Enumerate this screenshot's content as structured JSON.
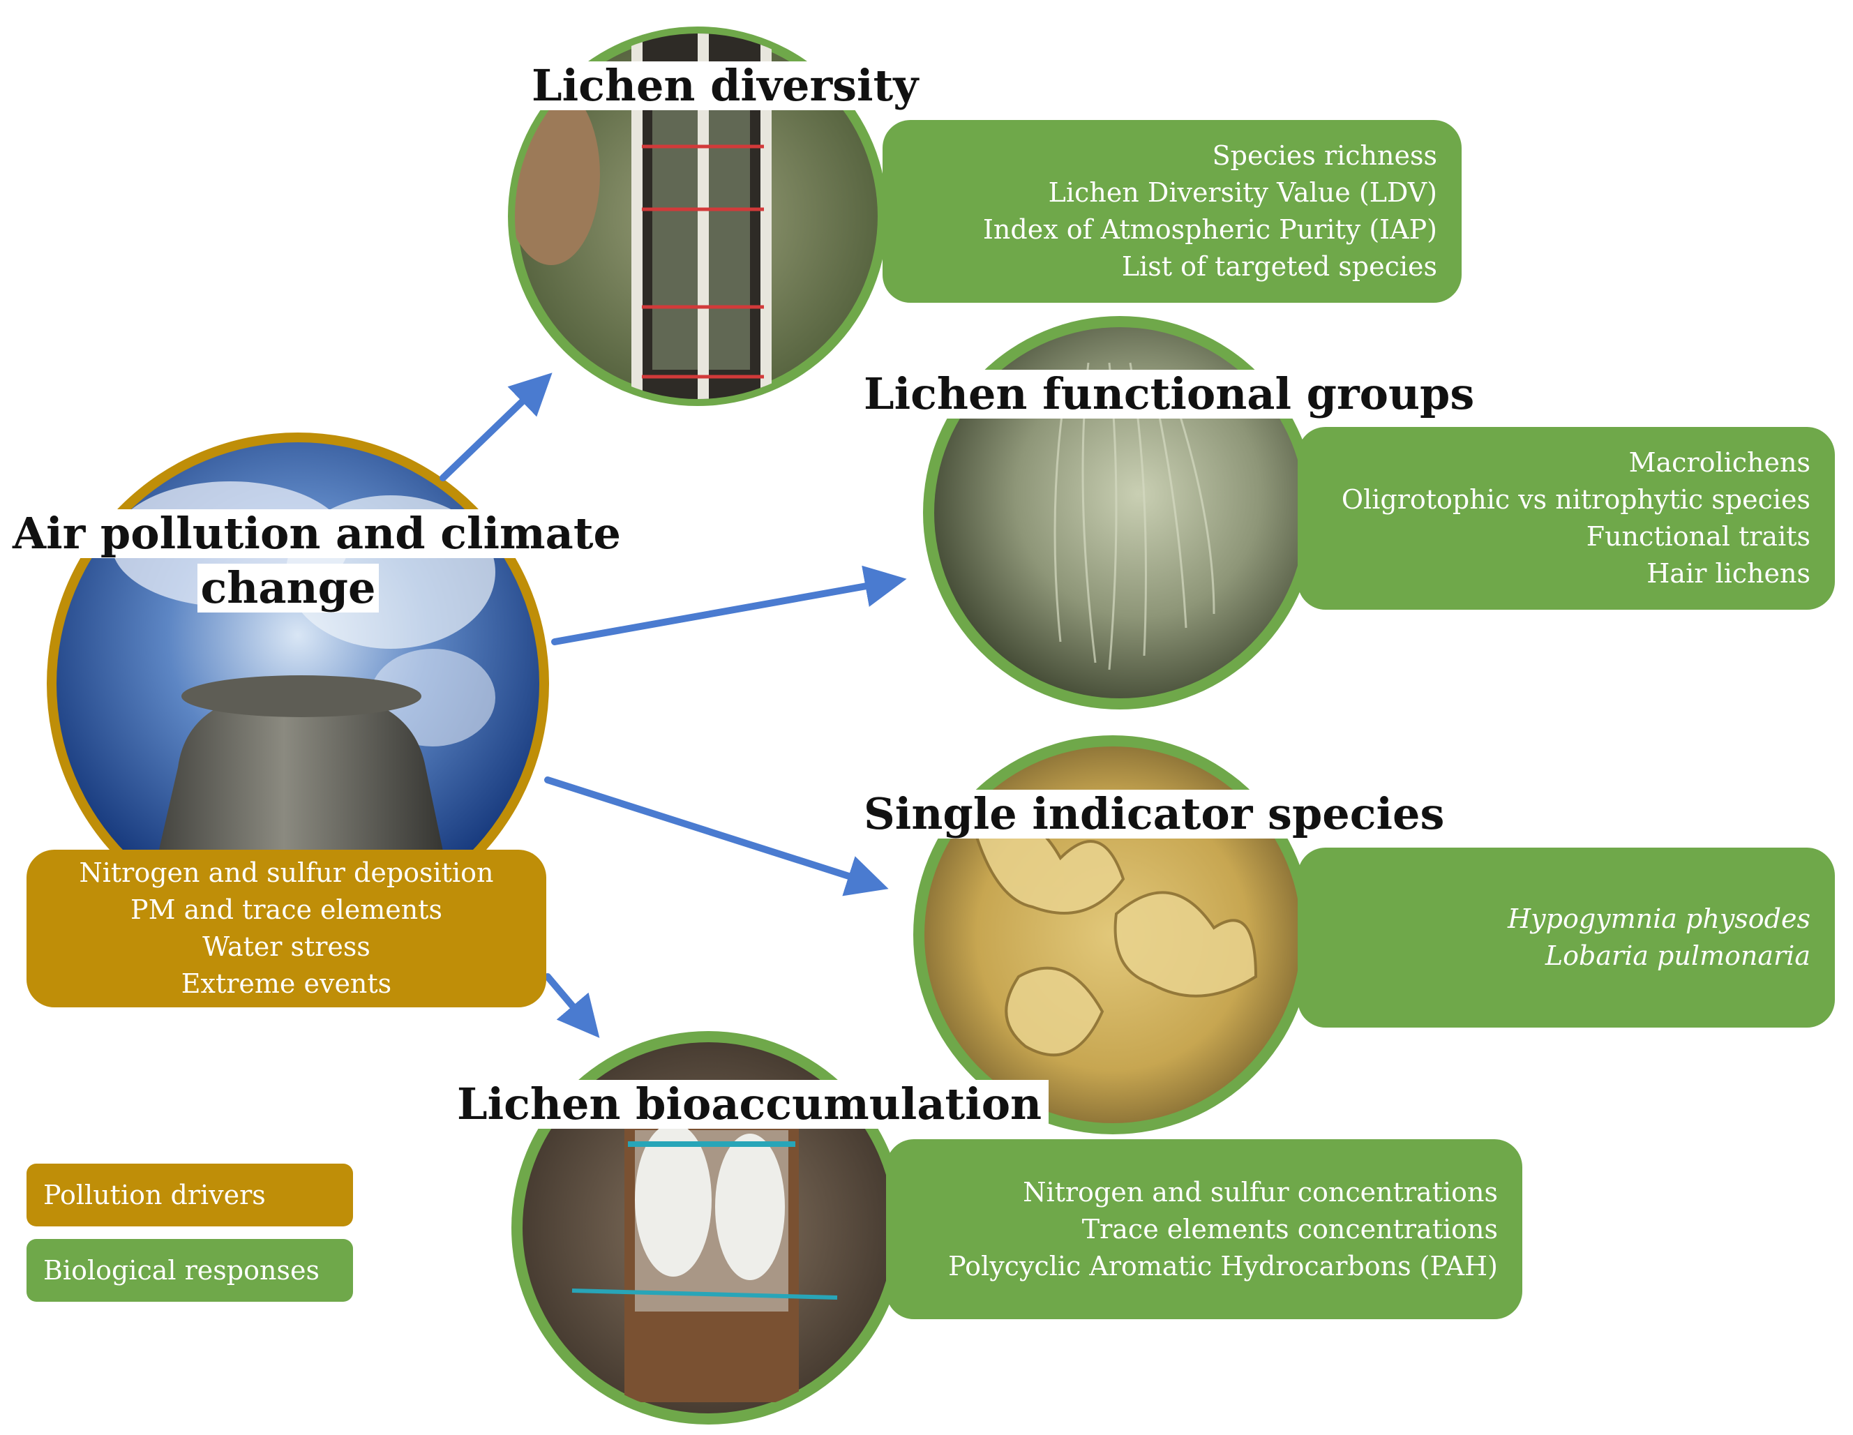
{
  "colors": {
    "driver": "#bf8e08",
    "response": "#6fa84a",
    "arrow": "#4a7bd0"
  },
  "driver": {
    "title_line1": "Air pollution and climate",
    "title_line2": "change",
    "image_icon": "cooling-tower-photo",
    "items": [
      "Nitrogen and sulfur deposition",
      "PM and trace elements",
      "Water stress",
      "Extreme events"
    ]
  },
  "responses": {
    "diversity": {
      "title": "Lichen diversity",
      "image_icon": "tree-trunk-sampling-grid-photo",
      "items": [
        "Species richness",
        "Lichen Diversity Value (LDV)",
        "Index of Atmospheric Purity (IAP)",
        "List of targeted species"
      ]
    },
    "functional": {
      "title": "Lichen functional groups",
      "image_icon": "hair-lichen-photo",
      "items": [
        "Macrolichens",
        "Oligrotophic vs nitrophytic species",
        "Functional traits",
        "Hair lichens"
      ]
    },
    "indicator": {
      "title": "Single indicator species",
      "image_icon": "leafy-lichen-photo",
      "items": [
        "Hypogymnia physodes",
        "Lobaria pulmonaria"
      ]
    },
    "bioaccumulation": {
      "title": "Lichen bioaccumulation",
      "image_icon": "lichen-transplant-bag-photo",
      "items": [
        "Nitrogen and sulfur concentrations",
        "Trace elements concentrations",
        "Polycyclic Aromatic Hydrocarbons (PAH)"
      ]
    }
  },
  "legend": {
    "drivers_label": "Pollution drivers",
    "responses_label": "Biological responses"
  }
}
